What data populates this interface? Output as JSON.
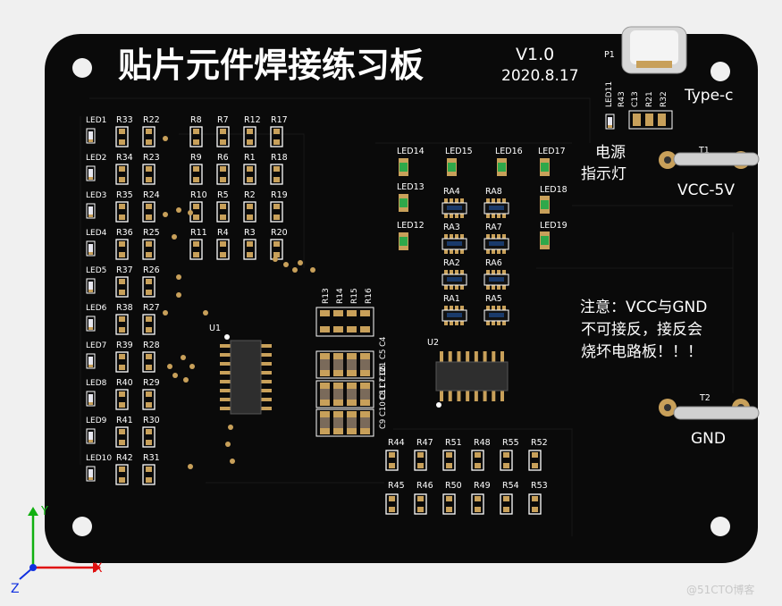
{
  "board": {
    "title": "贴片元件焊接练习板",
    "version": "V1.0",
    "date": "2020.8.17",
    "usb_ref": "P1",
    "usb_label": "Type-c",
    "power_indicator_label_line1": "电源",
    "power_indicator_label_line2": "指示灯",
    "power_refs": [
      "LED11",
      "R43",
      "C13",
      "R21",
      "R32"
    ],
    "t1_ref": "T1",
    "t1_label": "VCC-5V",
    "t2_ref": "T2",
    "t2_label": "GND",
    "warning_line1": "注意：VCC与GND",
    "warning_line2": "不可接反，接反会",
    "warning_line3": "烧坏电路板！！！",
    "u1_ref": "U1",
    "u2_ref": "U2",
    "watermark": "@51CTO博客",
    "colors": {
      "board": "#0a0a0a",
      "background": "#f0f0f0",
      "pad": "#c8a05a",
      "led_green": "#2ea84a",
      "silk": "#ffffff"
    }
  },
  "axes": {
    "x": "X",
    "y": "Y",
    "z": "Z"
  },
  "left_leds": [
    "LED1",
    "LED2",
    "LED3",
    "LED4",
    "LED5",
    "LED6",
    "LED7",
    "LED8",
    "LED9",
    "LED10"
  ],
  "left_col_a": [
    "R33",
    "R34",
    "R35",
    "R36",
    "R37",
    "R38",
    "R39",
    "R40",
    "R41",
    "R42"
  ],
  "left_col_b": [
    "R22",
    "R23",
    "R24",
    "R25",
    "R26",
    "R27",
    "R28",
    "R29",
    "R30",
    "R31"
  ],
  "res_grid_labels": [
    [
      "R8",
      "R7",
      "R12",
      "R17"
    ],
    [
      "R9",
      "R6",
      "R1",
      "R18"
    ],
    [
      "R10",
      "R5",
      "R2",
      "R19"
    ],
    [
      "R11",
      "R4",
      "R3",
      "R20"
    ]
  ],
  "r13_row": [
    "R13",
    "R14",
    "R15",
    "R16"
  ],
  "cap_labels": [
    "C1\nC5\nC4",
    "C8\nC7\nC6",
    "C9\nC10\nC11\nC12"
  ],
  "cap_group_1": "C1 C5 C4",
  "cap_group_2": "C8 C7 C6",
  "cap_group_3": "C9 C10 C11 C12",
  "green_leds_top": [
    "LED14",
    "LED15",
    "LED16",
    "LED17"
  ],
  "green_leds_left": [
    "LED13",
    "LED12"
  ],
  "green_leds_right": [
    "LED18",
    "LED19"
  ],
  "ra_left": [
    "RA4",
    "RA3",
    "RA2",
    "RA1"
  ],
  "ra_right": [
    "RA8",
    "RA7",
    "RA6",
    "RA5"
  ],
  "bottom_row1": [
    "R44",
    "R47",
    "R51",
    "R48",
    "R55",
    "R52"
  ],
  "bottom_row2": [
    "R45",
    "R46",
    "R50",
    "R49",
    "R54",
    "R53"
  ]
}
